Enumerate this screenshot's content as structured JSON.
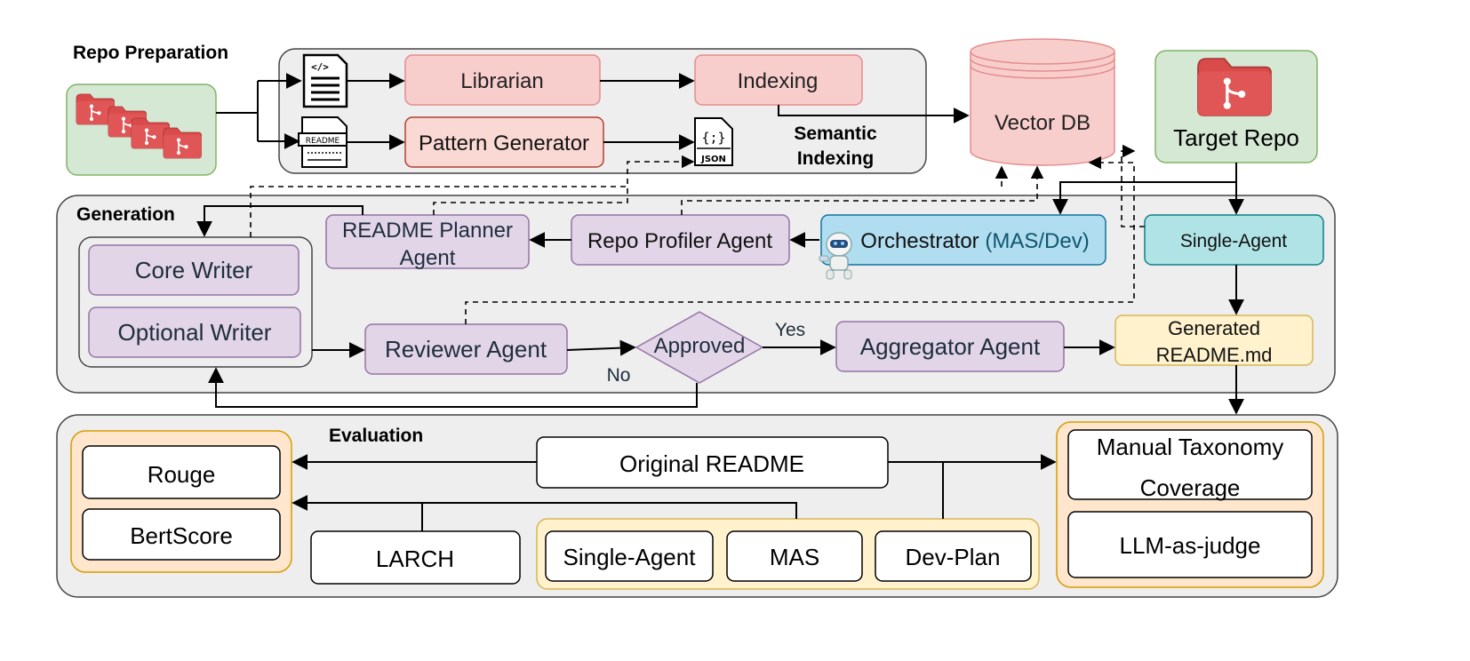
{
  "sections": {
    "repo_preparation": "Repo Preparation",
    "semantic_indexing_line1": "Semantic",
    "semantic_indexing_line2": "Indexing",
    "generation": "Generation",
    "evaluation": "Evaluation"
  },
  "nodes": {
    "librarian": "Librarian",
    "indexing": "Indexing",
    "pattern_generator": "Pattern Generator",
    "vector_db": "Vector DB",
    "target_repo": "Target Repo",
    "readme_planner_line1": "README Planner",
    "readme_planner_line2": "Agent",
    "repo_profiler": "Repo Profiler Agent",
    "orchestrator_main": "Orchestrator",
    "orchestrator_suffix": "(MAS/Dev)",
    "single_agent": "Single-Agent",
    "core_writer": "Core Writer",
    "optional_writer": "Optional Writer",
    "reviewer": "Reviewer Agent",
    "approved": "Approved",
    "aggregator": "Aggregator Agent",
    "generated_line1": "Generated",
    "generated_line2": "README.md",
    "yes": "Yes",
    "no": "No"
  },
  "evaluation": {
    "rouge": "Rouge",
    "bertscore": "BertScore",
    "original_readme": "Original README",
    "larch": "LARCH",
    "single_agent": "Single-Agent",
    "mas": "MAS",
    "dev_plan": "Dev-Plan",
    "manual_line1": "Manual Taxonomy",
    "manual_line2": "Coverage",
    "llm_judge": "LLM-as-judge"
  },
  "icons": {
    "code_doc": "code-file-icon",
    "readme_doc": "readme-file-icon",
    "json_doc": "json-file-icon",
    "repo_folder": "git-folder-icon",
    "robot": "robot-icon"
  },
  "colors": {
    "panel_fill": "#eeeeee",
    "panel_stroke": "#444444",
    "green_fill": "#d5e8d4",
    "green_stroke": "#82b366",
    "red_fill": "#f8cecc",
    "red_stroke": "#e58c8c",
    "purple_fill": "#e1d5e7",
    "purple_stroke": "#9673a6",
    "blue_fill": "#b1ddf0",
    "blue_stroke": "#10739e",
    "teal_fill": "#b0e3e6",
    "teal_stroke": "#0e8088",
    "yellow_fill": "#fff2cc",
    "yellow_stroke": "#d6b656",
    "orange_fill": "#ffe6cc",
    "orange_stroke": "#d79b00",
    "folder_red": "#d94b4b"
  }
}
